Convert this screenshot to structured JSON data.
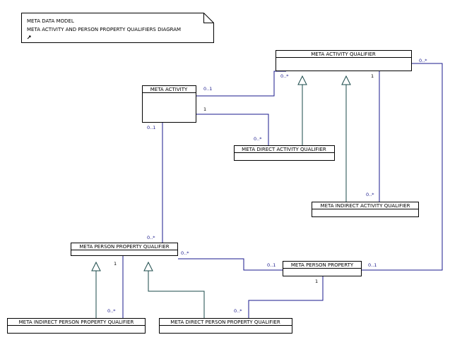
{
  "note": {
    "line1": "META DATA MODEL",
    "line2": "META ACTIVITY AND PERSON PROPERTY QUALIFIERS DIAGRAM",
    "link_icon": "shortcut-arrow-icon"
  },
  "classes": {
    "meta_activity_qualifier": "META ACTIVITY QUALIFIER",
    "meta_activity": "META ACTIVITY",
    "meta_direct_activity_qualifier": "META DIRECT ACTIVITY QUALIFIER",
    "meta_indirect_activity_qualifier": "META INDIRECT ACTIVITY QUALIFIER",
    "meta_person_property_qualifier": "META PERSON PROPERTY QUALIFIER",
    "meta_person_property": "META PERSON PROPERTY",
    "meta_indirect_person_property_qualifier": "META INDIRECT PERSON PROPERTY QUALIFIER",
    "meta_direct_person_property_qualifier": "META DIRECT PERSON PROPERTY QUALIFIER"
  },
  "multiplicities": {
    "maq_right": "0..*",
    "maq_left": "0..*",
    "maq_bottom": "1",
    "ma_right_top": "0..1",
    "ma_right_mid": "1",
    "ma_bottom": "0..1",
    "mdaq_left": "0..*",
    "miaq_left": "0..*",
    "mppq_top": "0..*",
    "mppq_right": "0..*",
    "mppq_bottom": "1",
    "mpp_left": "0..1",
    "mpp_right": "0..1",
    "mpp_bottom": "1",
    "mippq_top": "0..*",
    "mdppq_top": "0..*"
  },
  "colors": {
    "association": "#1a1a8c",
    "generalization": "#1a4a4a",
    "box_border": "#000000"
  }
}
